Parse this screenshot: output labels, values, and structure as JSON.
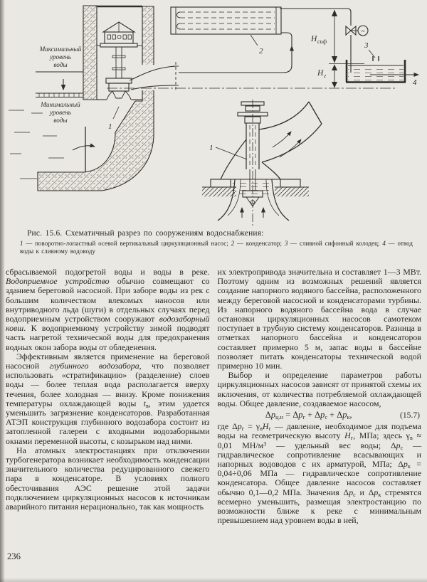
{
  "paper_color": "#eae8e3",
  "ink_color": "#2f2d2a",
  "page_number": "236",
  "figure": {
    "caption_title": "Рис. 15.6. Схематичный разрез по сооружениям водоснабжения:",
    "caption_legend": [
      {
        "t": "1",
        "i": true
      },
      {
        "t": " — поворотно-лопастный осевой вертикальный циркуляционный насос; "
      },
      {
        "t": "2",
        "i": true
      },
      {
        "t": " — конденсатор; "
      },
      {
        "t": "3",
        "i": true
      },
      {
        "t": " — сливной сифонный колодец; "
      },
      {
        "t": "4",
        "i": true
      },
      {
        "t": " — отвод воды к сливному водоводу"
      }
    ],
    "labels": {
      "max_level_1": "Максимальный",
      "max_level_2": "уровень",
      "max_level_3": "воды",
      "min_level_1": "Минимальный",
      "min_level_2": "уровень",
      "min_level_3": "воды",
      "pump_station_item": "1",
      "pump_item": "1",
      "condenser_item": "2",
      "well_item": "3",
      "outlet_item": "4",
      "h_siphon_main": "Н",
      "h_siphon_sub": "сиф",
      "h_geo_main": "Н",
      "h_geo_sub": "г",
      "motor_symbol": "~"
    }
  },
  "body": {
    "left": [
      [
        {
          "t": "сбрасываемой подогретой воды и воды в реке. "
        },
        {
          "t": "Водоприемное устройство",
          "i": true
        },
        {
          "t": " обычно совмещают со зданием береговой насосной. При заборе воды из рек с большим количеством влекомых наносов или внутриводного льда (шуги) в отдельных случаях перед водоприемным устройством сооружают "
        },
        {
          "t": "водозаборный ковш",
          "i": true
        },
        {
          "t": ". К водоприемному устройству зимой подводят часть нагретой технической воды для предохранения водных окон забора воды от обледенения."
        }
      ],
      [
        {
          "t": "Эффективным является применение на береговой насосной "
        },
        {
          "t": "глубинного водозабора",
          "i": true
        },
        {
          "t": ", что позволяет использовать «стратификацию» (разделение) слоев воды — более теплая вода располагается вверху течения, более холодная — внизу. Кроме понижения температуры охлаждающей воды "
        },
        {
          "t": "t",
          "i": true
        },
        {
          "t": "в",
          "sub": true
        },
        {
          "t": ",  этим удается уменьшить загрязнение конденсаторов. Разработанная АТЭП конструкция глубинного водозабора состоит из затопленной галереи с входными водозаборными окнами переменной высоты, с козырьком над ними."
        }
      ],
      [
        {
          "t": "На атомных электростанциях при отключении турбогенератора возникает необходимость конденсации значительного количества редуцированного свежего пара в конденсаторе. В условиях полного обесточивания АЭС решение этой задачи подключением циркуляционных насосов к источникам аварийного питания нерационально, так как мощность"
        }
      ]
    ],
    "right": [
      [
        {
          "t": "их электропривода значительна и составляет 1—3 МВт. Поэтому одним из возможных решений является создание напорного водяного бассейна, расположенного между береговой насосной и конденсаторами турбины. Из напорного водяного бассейна вода в случае остановки циркуляционных насосов самотеком поступает в трубную систему конденсаторов. Разница в отметках напорного бассейна и конденсаторов составляет примерно 5 м, запас воды в бассейне позволяет питать конденсаторы технической водой примерно 10 мин."
        }
      ],
      [
        {
          "t": "Выбор и определение параметров работы циркуляционных насосов зависят от принятой схемы их включения, от количества потребляемой охлаждающей воды. Общее давление, создаваемое насосом,"
        }
      ],
      [
        {
          "t": "где Δ"
        },
        {
          "t": "p",
          "i": true
        },
        {
          "t": "г",
          "sub": true
        },
        {
          "t": " = γ"
        },
        {
          "t": "в",
          "sub": true
        },
        {
          "t": "Н",
          "i": true
        },
        {
          "t": "г",
          "sub": true
        },
        {
          "t": " — давление, необходимое для подъема воды на геометрическую высоту "
        },
        {
          "t": "Н",
          "i": true
        },
        {
          "t": "г",
          "sub": true
        },
        {
          "t": ", МПа; здесь γ"
        },
        {
          "t": "в",
          "sub": true
        },
        {
          "t": " ≈ 0,01 МН/м"
        },
        {
          "t": "3",
          "sup": true
        },
        {
          "t": " — удельный вес воды; Δ"
        },
        {
          "t": "p",
          "i": true
        },
        {
          "t": "с",
          "sub": true
        },
        {
          "t": " — гидравлическое сопротивление всасывающих и напорных водоводов с их арматурой, МПа; Δ"
        },
        {
          "t": "p",
          "i": true
        },
        {
          "t": "к",
          "sub": true
        },
        {
          "t": " = 0,04÷0,06 МПа — гидравлическое сопротивление конденсатора. Общее давление насосов составляет обычно 0,1—0,2 МПа. Значения Δ"
        },
        {
          "t": "p",
          "i": true
        },
        {
          "t": "с",
          "sub": true
        },
        {
          "t": " и Δ"
        },
        {
          "t": "p",
          "i": true
        },
        {
          "t": "к",
          "sub": true
        },
        {
          "t": " стремятся всемерно уменьшить, размещая электростанцию по возможности ближе к реке с минимальным превышением над уровнем воды в ней,"
        }
      ]
    ],
    "formula": [
      {
        "t": "Δ"
      },
      {
        "t": "p",
        "i": true
      },
      {
        "t": "ц.н",
        "sub": true
      },
      {
        "t": " = Δ"
      },
      {
        "t": "p",
        "i": true
      },
      {
        "t": "г",
        "sub": true
      },
      {
        "t": " + Δ"
      },
      {
        "t": "p",
        "i": true
      },
      {
        "t": "с",
        "sub": true
      },
      {
        "t": " + Δ"
      },
      {
        "t": "p",
        "i": true
      },
      {
        "t": "к",
        "sub": true
      },
      {
        "t": ","
      }
    ],
    "formula_number": "(15.7)"
  }
}
